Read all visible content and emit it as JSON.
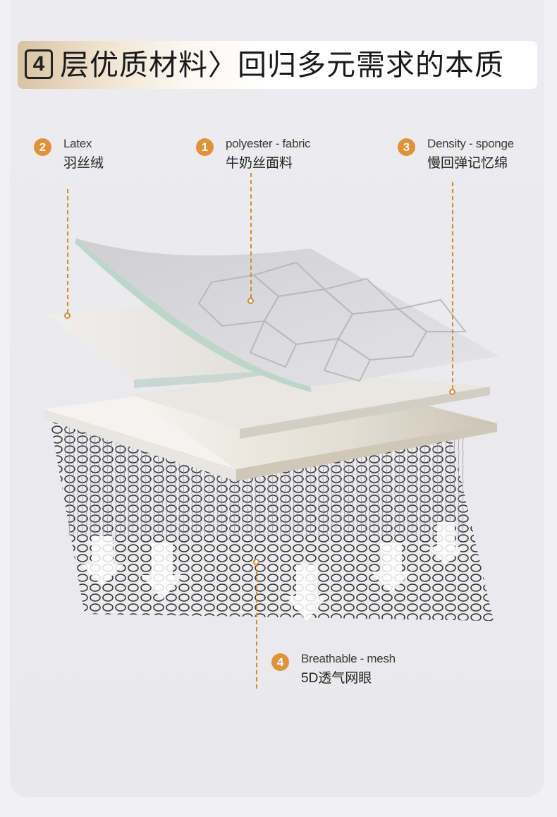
{
  "header": {
    "badge": "4",
    "title": "层优质材料〉回归多元需求的本质"
  },
  "labels": [
    {
      "num": "1",
      "en": "polyester - fabric",
      "zh": "牛奶丝面料"
    },
    {
      "num": "2",
      "en": "Latex",
      "zh": "羽丝绒"
    },
    {
      "num": "3",
      "en": "Density - sponge",
      "zh": "慢回弹记忆绵"
    },
    {
      "num": "4",
      "en": "Breathable - mesh",
      "zh": "5D透气网眼"
    }
  ],
  "colors": {
    "accent": "#e1913a",
    "leader": "#d28a3c",
    "fabric": "#d9d9db",
    "latex": "#e3e1dc",
    "sponge": "#d8d4ca",
    "mesh": "#2a2a2a"
  }
}
